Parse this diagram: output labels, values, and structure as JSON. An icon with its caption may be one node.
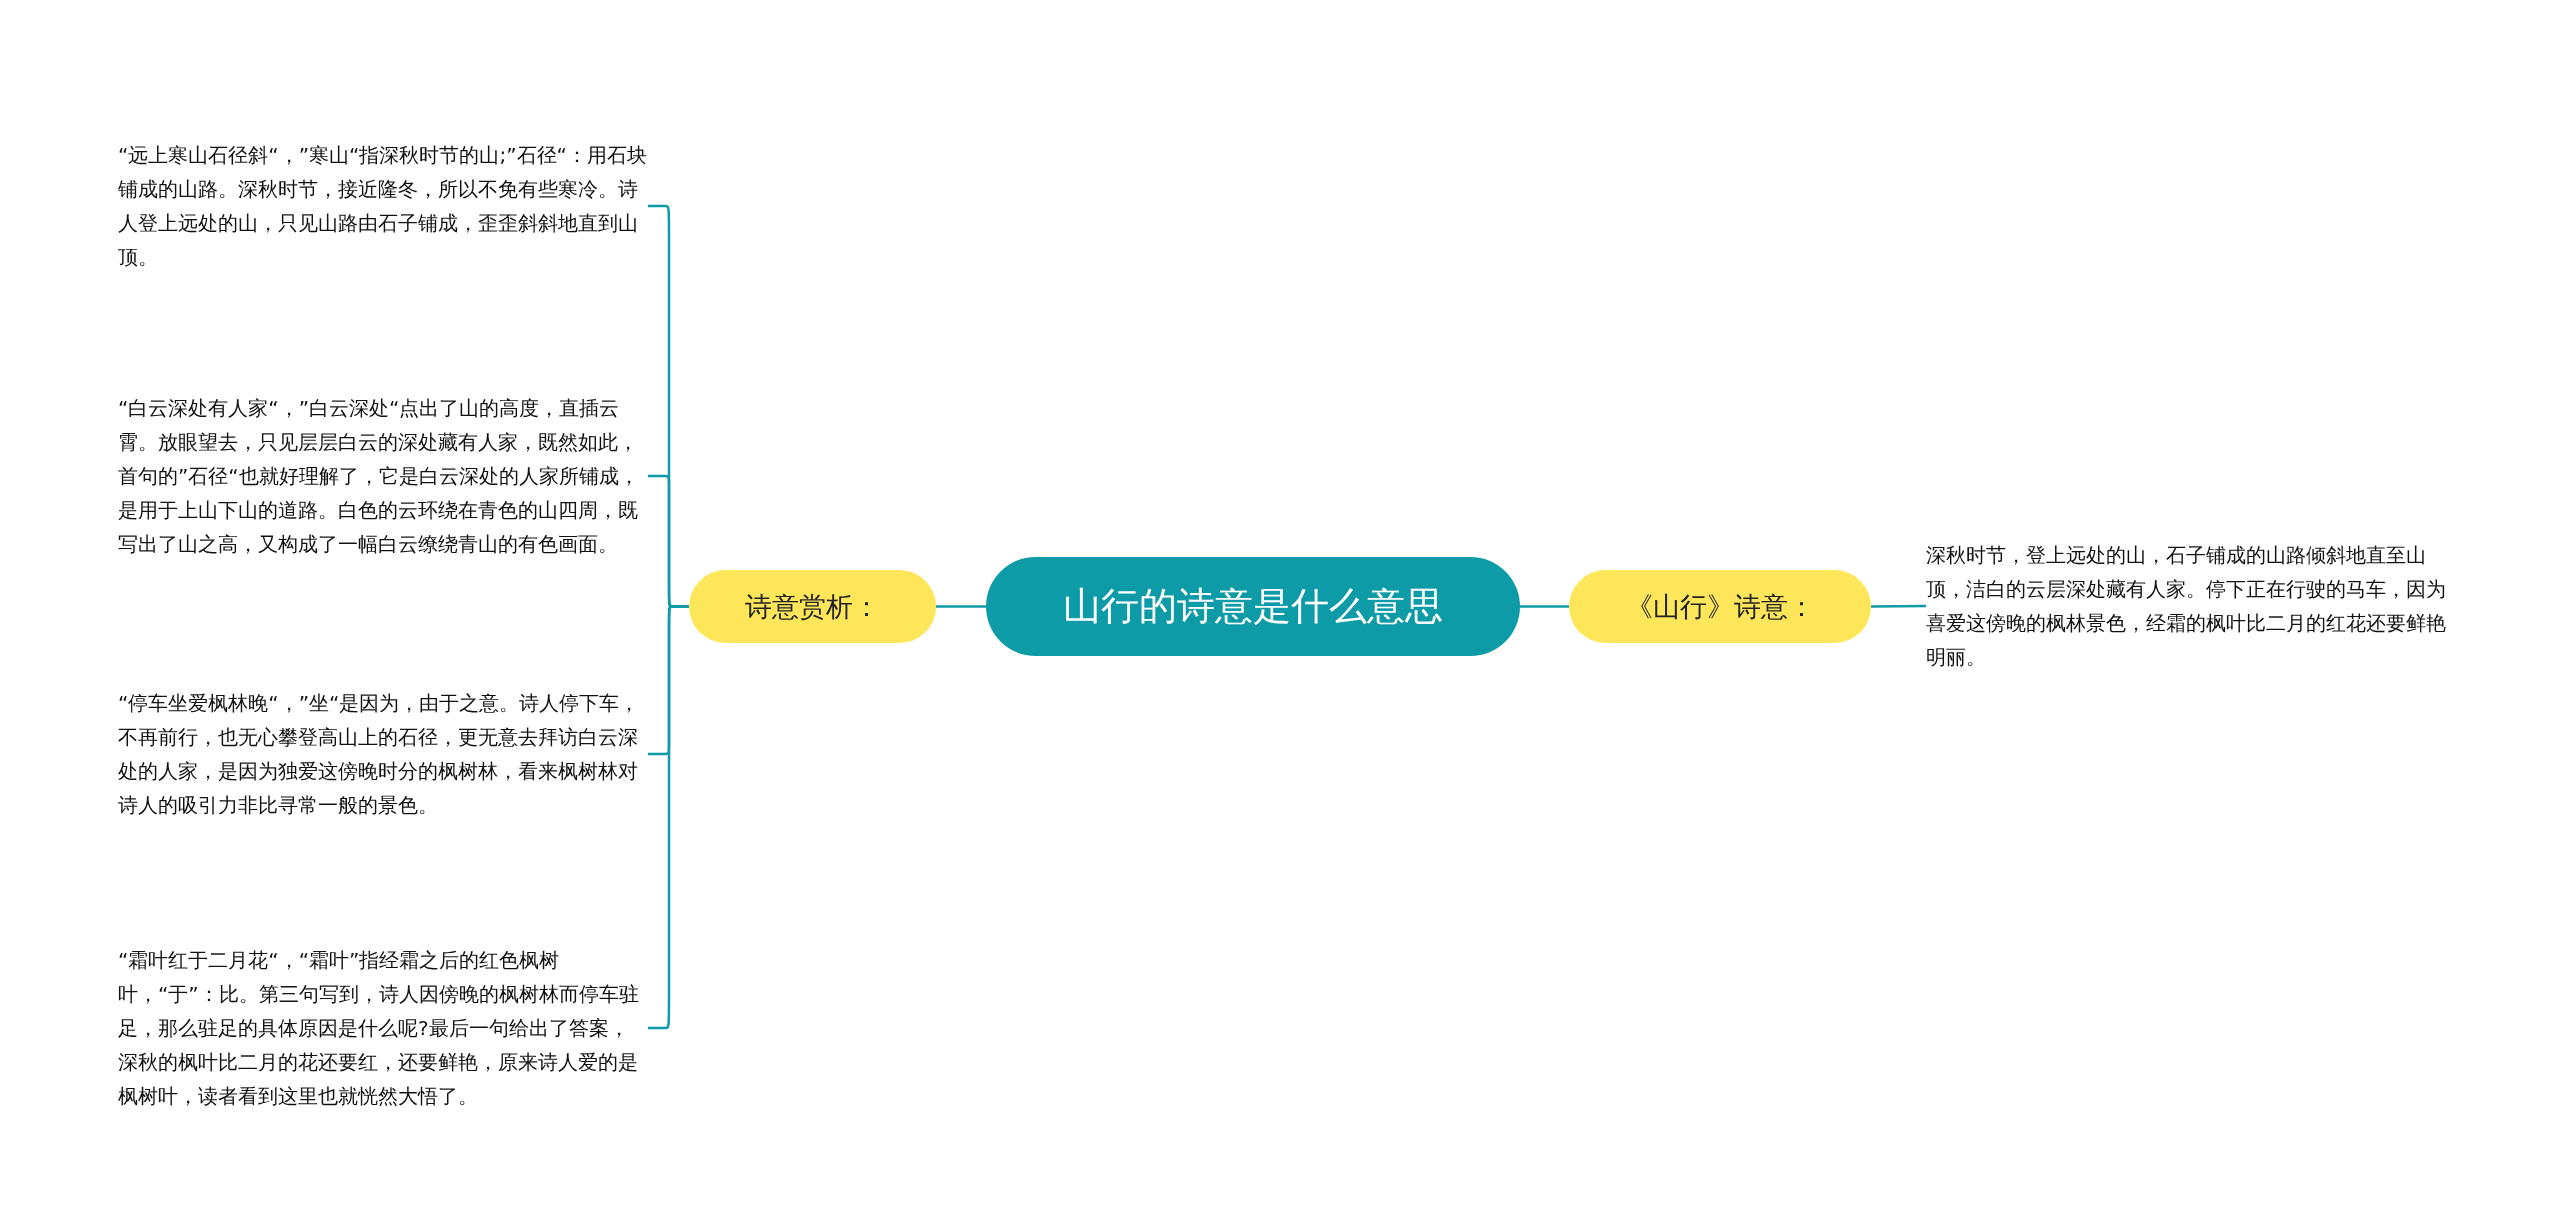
{
  "diagram": {
    "nodes": [
      {
        "text": [
          "山行的诗意是什么意思"
        ]
      },
      {
        "text": [
          "诗意赏析："
        ]
      },
      {
        "text": [
          "“远上寒山石径斜“，”寒山“指深秋时节的山;”石径“：用石块铺成的山路。深秋时节，接近隆冬，所以不免有些寒冷。诗人登上远处的山，只见山路由石子铺成，歪歪斜斜地直到山顶。"
        ]
      },
      {
        "text": [
          "“白云深处有人家“，”白云深处“点出了山的高度，直插云霄。放眼望去，只见层层白云的深处藏有人家，既然如此，首句的”石径“也就好理解了，它是白云深处的人家所铺成，是用于上山下山的道路。白色的云环绕在青色的山四周，既写出了山之高，又构成了一幅白云缭绕青山的有色画面。"
        ]
      },
      {
        "text": [
          "“停车坐爱枫林晚“，”坐“是因为，由于之意。诗人停下车，不再前行，也无心攀登高山上的石径，更无意去拜访白云深处的人家，是因为独爱这傍晚时分的枫树林，看来枫树林对诗人的吸引力非比寻常一般的景色。"
        ]
      },
      {
        "text": [
          "“霜叶红于二月花“，“霜叶”指经霜之后的红色枫树叶，“于”：比。第三句写到，诗人因傍晚的枫树林而停车驻足，那么驻足的具体原因是什么呢?最后一句给出了答案，深秋的枫叶比二月的花还要红，还要鲜艳，原来诗人爱的是枫树叶，读者看到这里也就恍然大悟了。"
        ]
      },
      {
        "text": [
          "《山行》诗意："
        ]
      },
      {
        "text": [
          "深秋时节，登上远处的山，石子铺成的山路倾斜地直至山顶，洁白的云层深处藏有人家。停下正在行驶的马车，因为喜爱这傍晚的枫林景色，经霜的枫叶比二月的红花还要鲜艳明丽。"
        ]
      }
    ],
    "edges": [
      {
        "from": 0,
        "to": 1,
        "arrow": "none"
      },
      {
        "from": 1,
        "to": 2,
        "arrow": "none"
      },
      {
        "from": 1,
        "to": 3,
        "arrow": "none"
      },
      {
        "from": 1,
        "to": 4,
        "arrow": "none"
      },
      {
        "from": 1,
        "to": 5,
        "arrow": "none"
      },
      {
        "from": 0,
        "to": 6,
        "arrow": "none"
      },
      {
        "from": 6,
        "to": 7,
        "arrow": "none"
      }
    ]
  }
}
